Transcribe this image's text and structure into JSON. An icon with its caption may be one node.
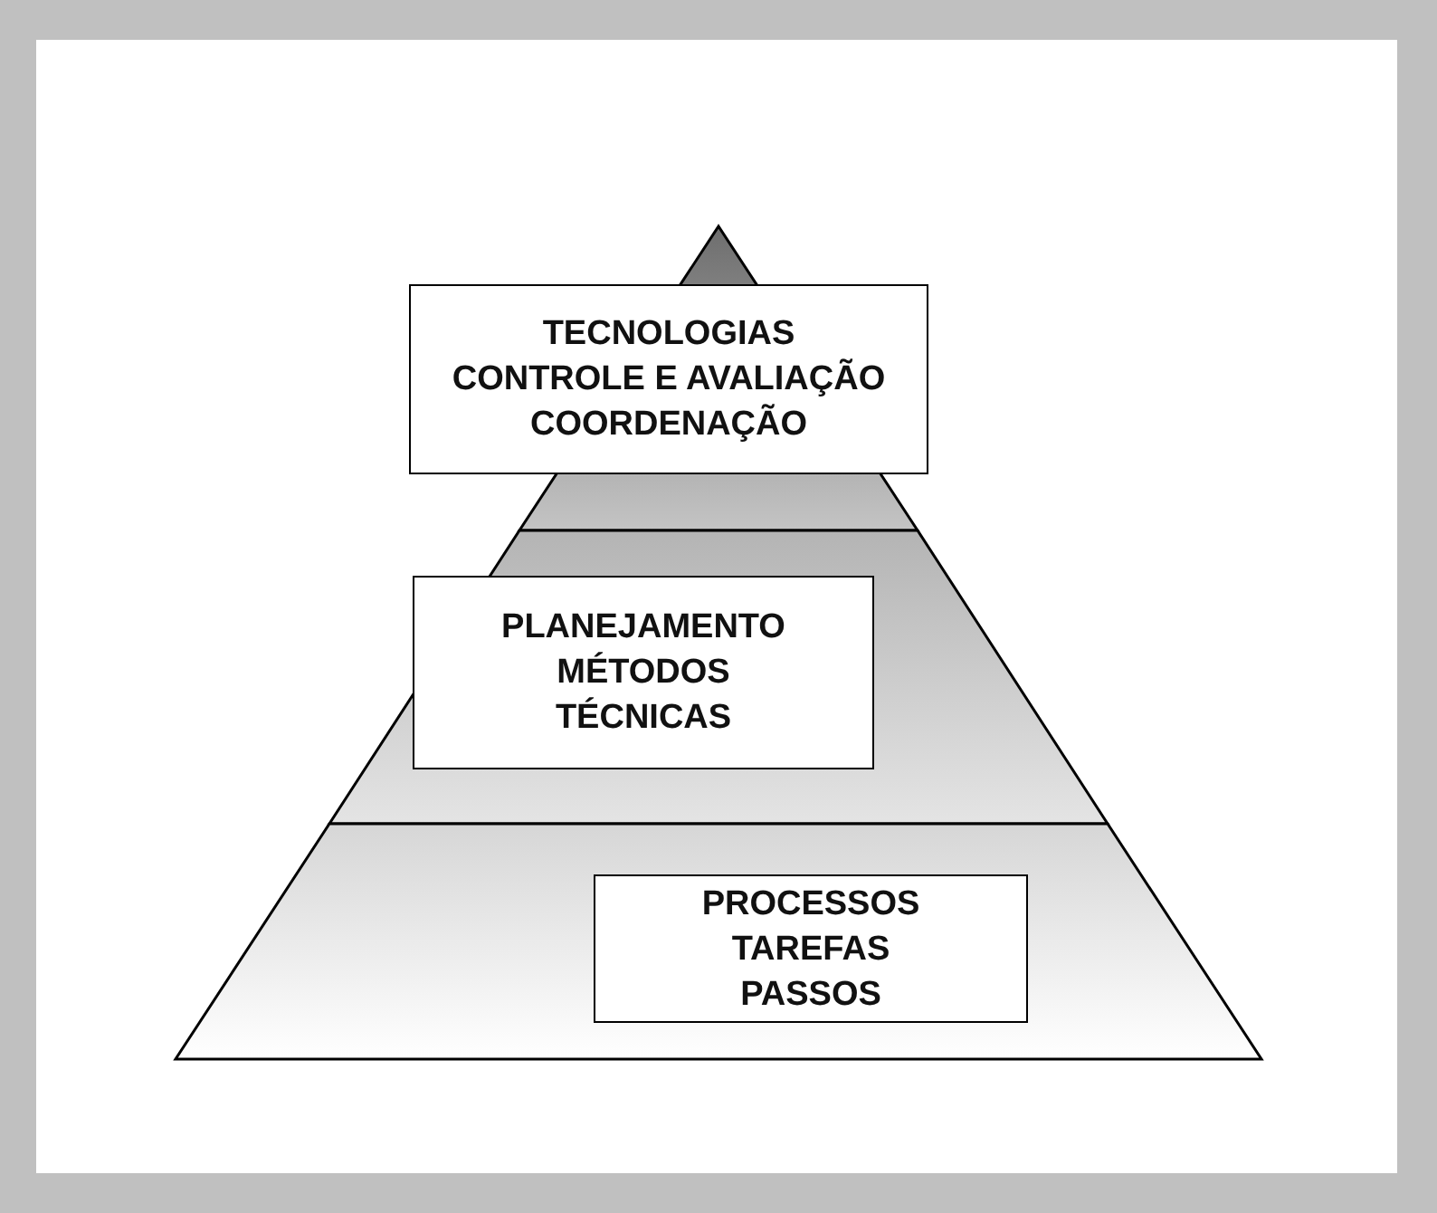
{
  "diagram": {
    "nodes": [
      {
        "text": [
          "TECNOLOGIAS",
          "CONTROLE E AVALIAÇÃO",
          "COORDENAÇÃO"
        ]
      },
      {
        "text": [
          "PLANEJAMENTO",
          "MÉTODOS",
          "TÉCNICAS"
        ]
      },
      {
        "text": [
          "PROCESSOS",
          "TAREFAS",
          "PASSOS"
        ]
      }
    ],
    "edges": []
  }
}
